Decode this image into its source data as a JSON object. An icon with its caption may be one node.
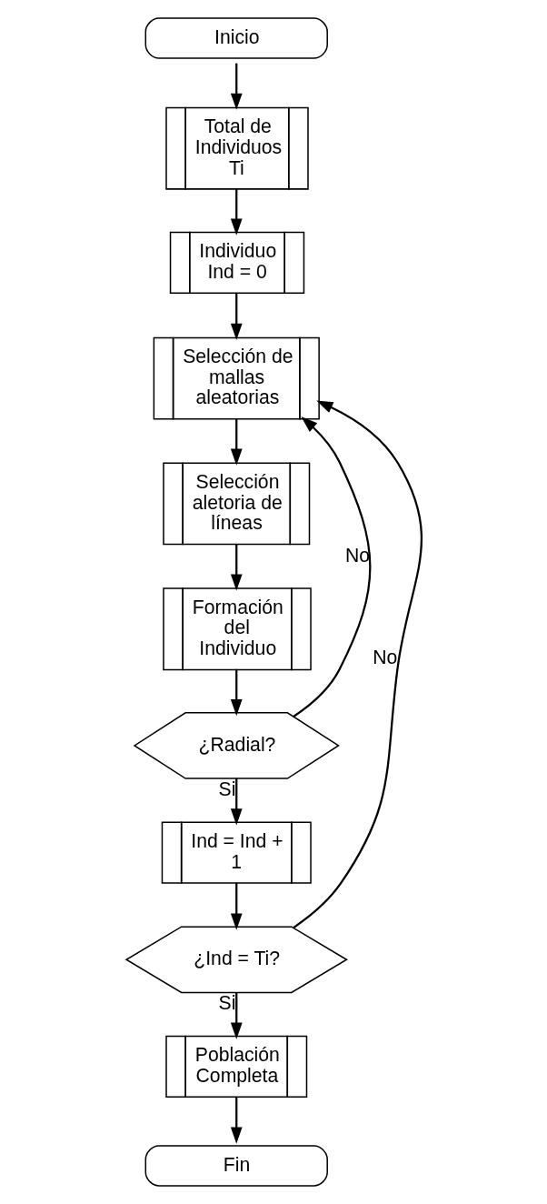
{
  "diagram": {
    "nodes": [
      {
        "text": [
          "Inicio"
        ]
      },
      {
        "text": [
          "Total de Individuos Ti"
        ]
      },
      {
        "text": [
          "Individuo Ind = 0"
        ]
      },
      {
        "text": [
          "Selección de mallas aleatorias"
        ]
      },
      {
        "text": [
          "Selección aletoria de líneas"
        ]
      },
      {
        "text": [
          "Formación del Individuo"
        ]
      },
      {
        "text": [
          "¿Radial?"
        ]
      },
      {
        "text": [
          "Ind = Ind + 1"
        ]
      },
      {
        "text": [
          "¿Ind = Ti?"
        ]
      },
      {
        "text": [
          "Población Completa"
        ]
      },
      {
        "text": [
          "Fin"
        ]
      }
    ],
    "edges": [
      {
        "from": 0,
        "to": 1,
        "arrow": "to"
      },
      {
        "from": 1,
        "to": 2,
        "arrow": "to"
      },
      {
        "from": 2,
        "to": 3,
        "arrow": "to"
      },
      {
        "from": 3,
        "to": 4,
        "arrow": "to"
      },
      {
        "from": 4,
        "to": 5,
        "arrow": "to"
      },
      {
        "from": 5,
        "to": 6,
        "arrow": "to"
      },
      {
        "from": 6,
        "to": 3,
        "label": "No",
        "arrow": "to"
      },
      {
        "from": 6,
        "to": 7,
        "label": "Si",
        "arrow": "to"
      },
      {
        "from": 7,
        "to": 8,
        "arrow": "to"
      },
      {
        "from": 8,
        "to": 3,
        "label": "No",
        "arrow": "to"
      },
      {
        "from": 8,
        "to": 9,
        "label": "Si",
        "arrow": "to"
      },
      {
        "from": 9,
        "to": 10,
        "arrow": "to"
      }
    ]
  }
}
